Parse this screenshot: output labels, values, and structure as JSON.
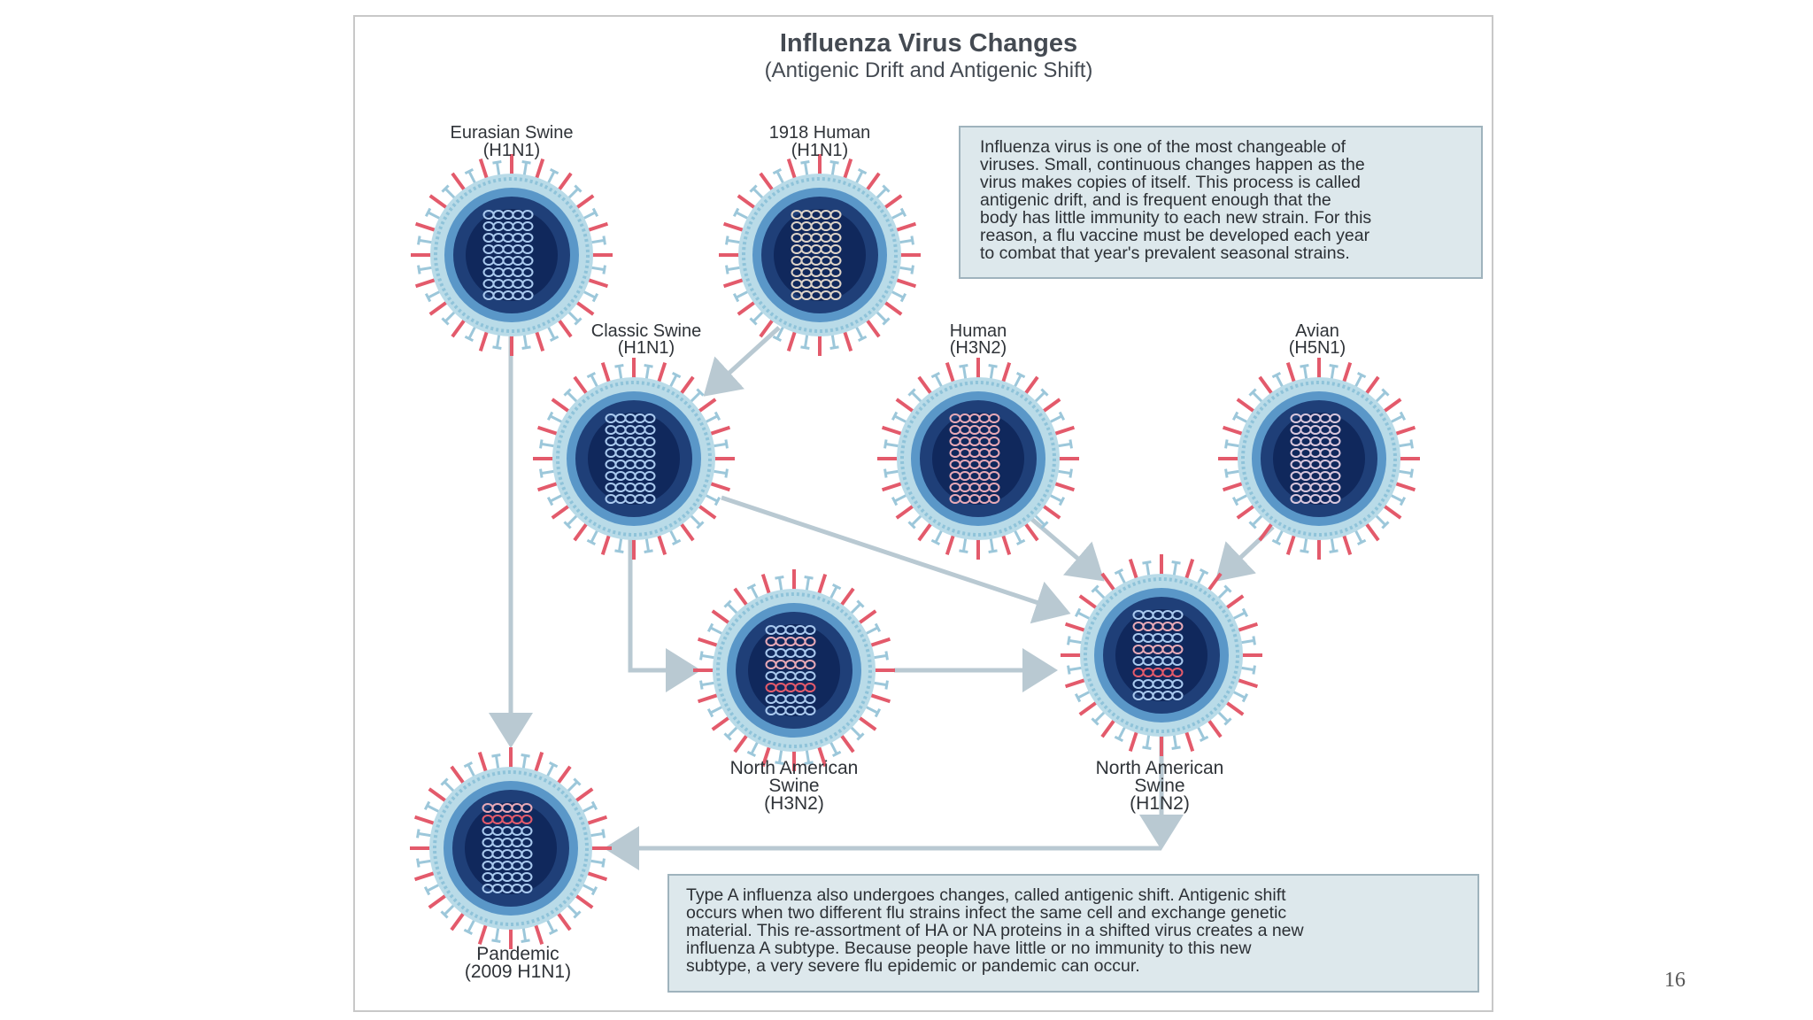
{
  "title": "Influenza Virus Changes",
  "subtitle": "(Antigenic Drift and Antigenic Shift)",
  "drift_text": [
    "Influenza virus is one of the most changeable of",
    "viruses. Small, continuous changes happen as the",
    "virus makes copies of itself. This process is called",
    "antigenic drift, and is frequent enough that the",
    "body has little immunity to each new strain. For this",
    "reason, a flu vaccine must be developed each year",
    "to combat that year's prevalent seasonal strains."
  ],
  "shift_text": [
    "Type A influenza also undergoes changes, called antigenic shift. Antigenic shift",
    "occurs when two different flu strains infect the same cell and exchange genetic",
    "material. This re-assortment of HA or NA proteins in a shifted virus creates a new",
    "influenza A subtype. Because people have little or no immunity to this new",
    "subtype, a very severe flu epidemic or pandemic can occur."
  ],
  "viruses": [
    {
      "id": "eurasian",
      "label": [
        "Eurasian Swine",
        "(H1N1)"
      ],
      "strands": "eurasian"
    },
    {
      "id": "human1918",
      "label": [
        "1918 Human",
        "(H1N1)"
      ],
      "strands": "human1918"
    },
    {
      "id": "classic",
      "label": [
        "Classic Swine",
        "(H1N1)"
      ],
      "strands": "classic"
    },
    {
      "id": "humanh3n2",
      "label": [
        "Human",
        "(H3N2)"
      ],
      "strands": "humanh3n2"
    },
    {
      "id": "avian",
      "label": [
        "Avian",
        "(H5N1)"
      ],
      "strands": "avian"
    },
    {
      "id": "nash3n2",
      "label": [
        "North American",
        "Swine",
        "(H3N2)"
      ],
      "strands": "nash3n2"
    },
    {
      "id": "nash1n2",
      "label": [
        "North American",
        "Swine",
        "(H1N2)"
      ],
      "strands": "nash1n2"
    },
    {
      "id": "pandemic",
      "label": [
        "Pandemic",
        "(2009 H1N1)"
      ],
      "strands": "pandemic"
    }
  ],
  "strand_colors": {
    "eurasian": [
      "#a9c9ee",
      "#a9c9ee",
      "#a9c9ee",
      "#a9c9ee",
      "#a9c9ee",
      "#a9c9ee",
      "#a9c9ee",
      "#a9c9ee"
    ],
    "human1918": [
      "#ddd3c8",
      "#ddd3c8",
      "#ddd3c8",
      "#ddd3c8",
      "#ddd3c8",
      "#ddd3c8",
      "#ddd3c8",
      "#ddd3c8"
    ],
    "classic": [
      "#a9c9ee",
      "#a9c9ee",
      "#a9c9ee",
      "#a9c9ee",
      "#a9c9ee",
      "#a9c9ee",
      "#a9c9ee",
      "#a9c9ee"
    ],
    "humanh3n2": [
      "#e7a9b6",
      "#e7a9b6",
      "#e7a9b6",
      "#e7a9b6",
      "#e7a9b6",
      "#e7a9b6",
      "#e7a9b6",
      "#e7a9b6"
    ],
    "avian": [
      "#d8c6dc",
      "#d8c6dc",
      "#d8c6dc",
      "#d8c6dc",
      "#d8c6dc",
      "#d8c6dc",
      "#d8c6dc",
      "#d8c6dc"
    ],
    "nash3n2": [
      "#a9c9ee",
      "#e7a9b6",
      "#a9c9ee",
      "#e7a9b6",
      "#a9c9ee",
      "#e35a6b",
      "#a9c9ee",
      "#a9c9ee"
    ],
    "nash1n2": [
      "#a9c9ee",
      "#e7a9b6",
      "#a9c9ee",
      "#e7a9b6",
      "#a9c9ee",
      "#e35a6b",
      "#a9c9ee",
      "#a9c9ee"
    ],
    "pandemic": [
      "#e7a9b6",
      "#e35a6b",
      "#a9c9ee",
      "#a9c9ee",
      "#a9c9ee",
      "#a9c9ee",
      "#a9c9ee",
      "#a9c9ee"
    ]
  },
  "colors": {
    "spike_red": "#e35a6b",
    "spike_blue": "#9cc7da",
    "arrow": "#b9c9d2",
    "box_fill": "#dde8ec",
    "box_stroke": "#9fb3bd"
  },
  "page_number": "16"
}
